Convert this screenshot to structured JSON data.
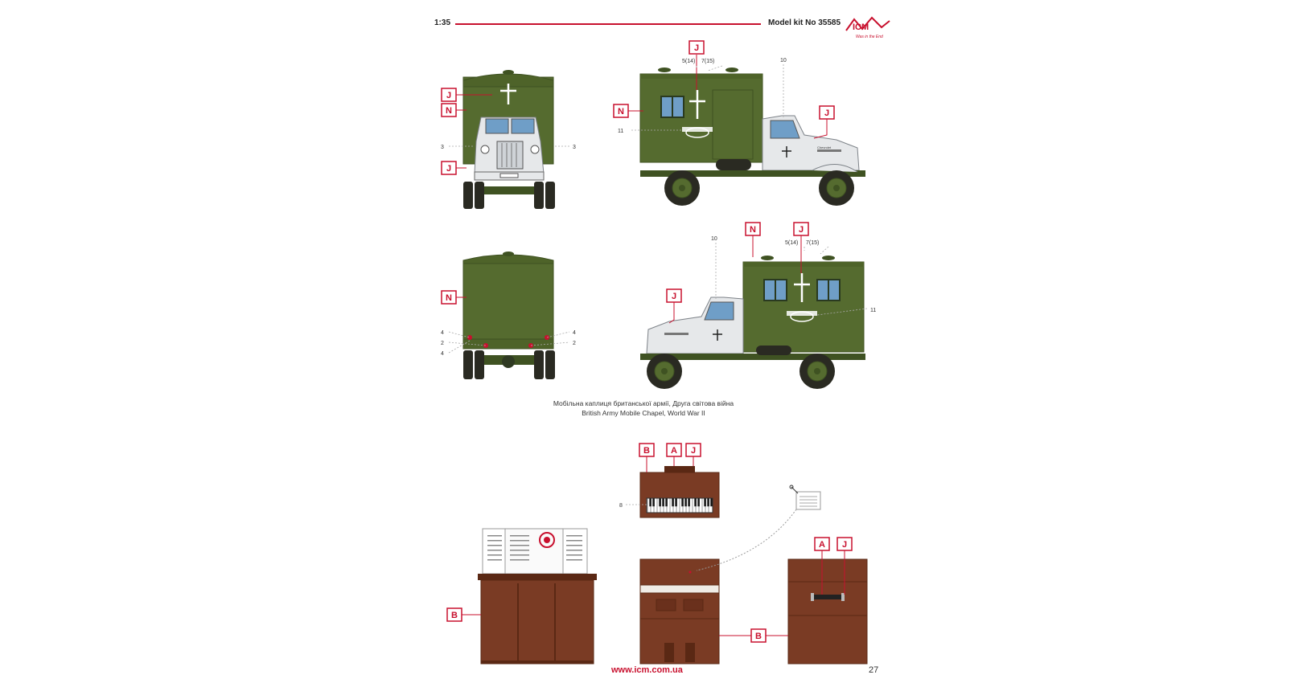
{
  "header": {
    "scale": "1:35",
    "model_kit": "Model kit No 35585",
    "brand": "ICM",
    "brand_tagline": "Was in the End"
  },
  "caption": {
    "line1": "Мобільна каплиця британської армії, Друга світова війна",
    "line2": "British Army Mobile Chapel, World War II"
  },
  "footer": {
    "url": "www.icm.com.ua",
    "page": "27"
  },
  "decal_labels": {
    "j": "J",
    "n": "N",
    "a": "A",
    "b": "B"
  },
  "callouts": {
    "c3": "3",
    "c4": "4",
    "c2": "2",
    "c5": "5(14)",
    "c7": "7(15)",
    "c8": "8",
    "c10": "10",
    "c11": "11"
  },
  "truck_badge_text": "Chevrolet",
  "colors": {
    "accent": "#c8102e",
    "olive": "#556b2f",
    "olive_dark": "#3f5222",
    "cab_white": "#e6e8ea",
    "wood": "#7a3b24",
    "wood_dark": "#5a2814",
    "tire": "#2a2a22",
    "window": "#6f9ec7"
  }
}
